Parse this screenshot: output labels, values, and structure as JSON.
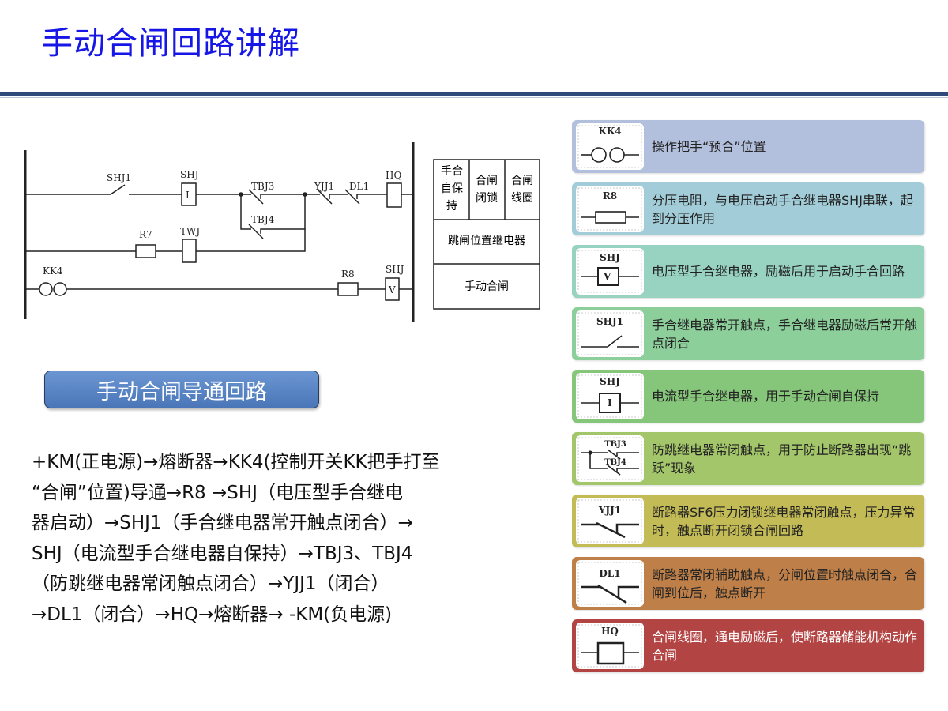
{
  "title": "手动合闸回路讲解",
  "diagram": {
    "labels": {
      "shj1": "SHJ1",
      "shj_i": "SHJ",
      "coil_i": "I",
      "tbj3": "TBJ3",
      "tbj4": "TBJ4",
      "yjj1": "YJJ1",
      "dl1": "DL1",
      "hq": "HQ",
      "r7": "R7",
      "twj": "TWJ",
      "kk4": "KK4",
      "r8": "R8",
      "shj_v": "SHJ",
      "coil_v": "V"
    },
    "table": {
      "col1": "手合自保持",
      "col2": "合闸闭锁",
      "col3": "合闸线圈",
      "row2": "跳闸位置继电器",
      "row3": "手动合闸"
    }
  },
  "button_label": "手动合闸导通回路",
  "description_lines": [
    "+KM(正电源)→熔断器→KK4(控制开关KK把手打至",
    "“合闸”位置)导通→R8 →SHJ（电压型手合继电",
    "器启动）→SHJ1（手合继电器常开触点闭合）→",
    "SHJ（电流型手合继电器自保持）→TBJ3、TBJ4",
    "（防跳继电器常闭触点闭合）→YJJ1（闭合）",
    "→DL1（闭合）→HQ→熔断器→ -KM(负电源)"
  ],
  "legend": [
    {
      "symbol": "KK4",
      "icon": "kk4-contact-icon",
      "text": "操作把手“预合”位置",
      "color": "#b3c0dd"
    },
    {
      "symbol": "R8",
      "icon": "resistor-icon",
      "text": "分压电阻，与电压启动手合继电器SHJ串联，起到分压作用",
      "color": "#a2cdd8"
    },
    {
      "symbol": "SHJ",
      "icon": "voltage-relay-icon",
      "text": "电压型手合继电器，励磁后用于启动手合回路",
      "color": "#98d2c0"
    },
    {
      "symbol": "SHJ1",
      "icon": "normally-open-contact-icon",
      "text": "手合继电器常开触点，手合继电器励磁后常开触点闭合",
      "color": "#8ccf9a"
    },
    {
      "symbol": "SHJ",
      "icon": "current-relay-icon",
      "text": "电流型手合继电器，用于手动合闸自保持",
      "color": "#86c67a"
    },
    {
      "symbol": "TBJ3 / TBJ4",
      "icon": "anti-trip-contact-icon",
      "text": "防跳继电器常闭触点，用于防止断路器出现“跳跃”现象",
      "color": "#a4c66a"
    },
    {
      "symbol": "YJJ1",
      "icon": "pressure-lock-contact-icon",
      "text": "断路器SF6压力闭锁继电器常闭触点，压力异常时，触点断开闭锁合闸回路",
      "color": "#c3bb55"
    },
    {
      "symbol": "DL1",
      "icon": "auxiliary-contact-icon",
      "text": "断路器常闭辅助触点，分闸位置时触点闭合，合闸到位后，触点断开",
      "color": "#be8048"
    },
    {
      "symbol": "HQ",
      "icon": "closing-coil-icon",
      "text": "合闸线圈，通电励磁后，使断路器储能机构动作合闸",
      "color": "#b34444"
    }
  ]
}
